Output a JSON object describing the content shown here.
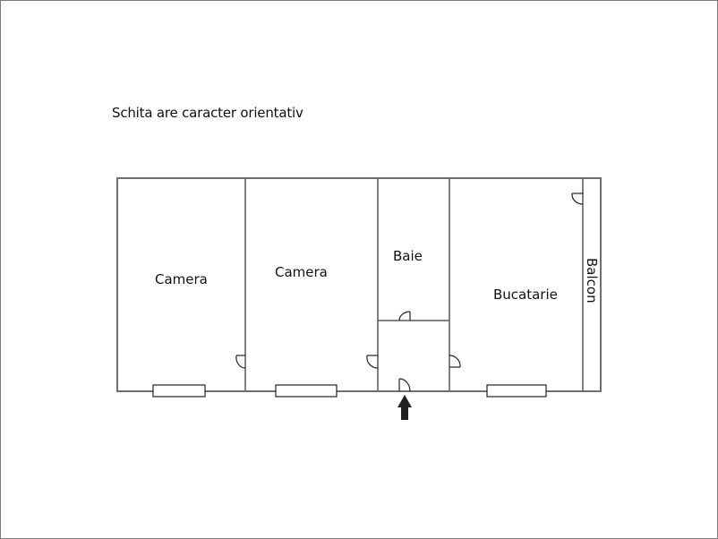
{
  "note": "Schita are caracter orientativ",
  "rooms": {
    "camera_1": "Camera",
    "camera_2": "Camera",
    "baie": "Baie",
    "bucatarie": "Bucatarie",
    "balcon": "Balcon"
  },
  "colors": {
    "wall": "#6f6f6f",
    "border": "#7a7a7a",
    "arrow": "#222222"
  },
  "icons": {
    "entrance": "entrance-arrow-icon"
  }
}
